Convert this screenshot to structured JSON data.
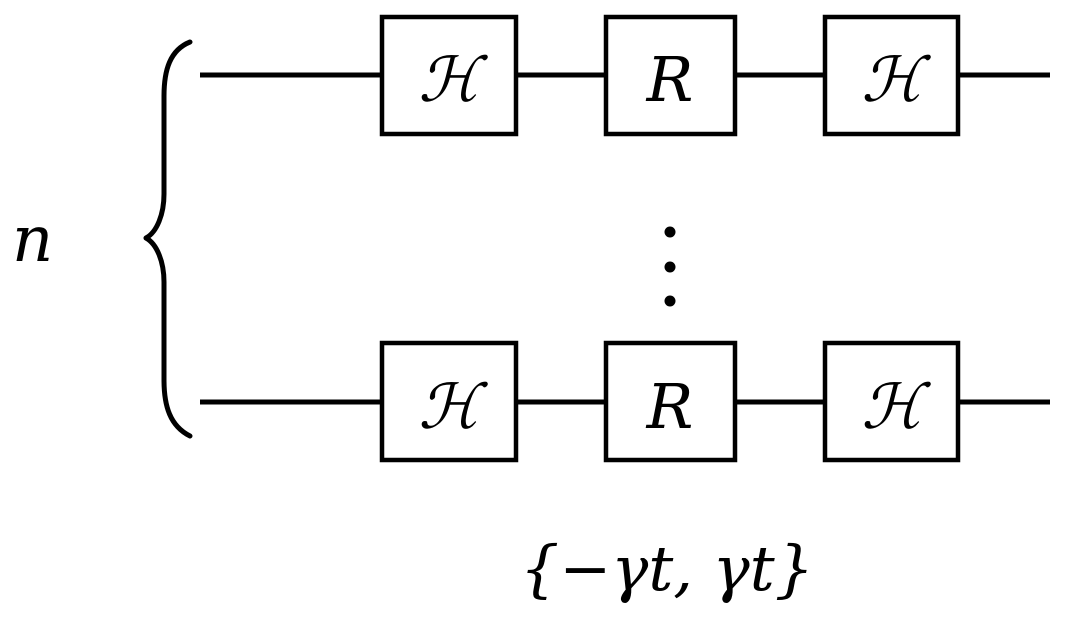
{
  "register_label": "n",
  "gates": {
    "top_row": [
      "ℋ",
      "R",
      "ℋ"
    ],
    "bottom_row": [
      "ℋ",
      "R",
      "ℋ"
    ]
  },
  "rotation_angles": "{−γt, γt}",
  "colors": {
    "stroke": "#000000",
    "background": "#ffffff"
  }
}
